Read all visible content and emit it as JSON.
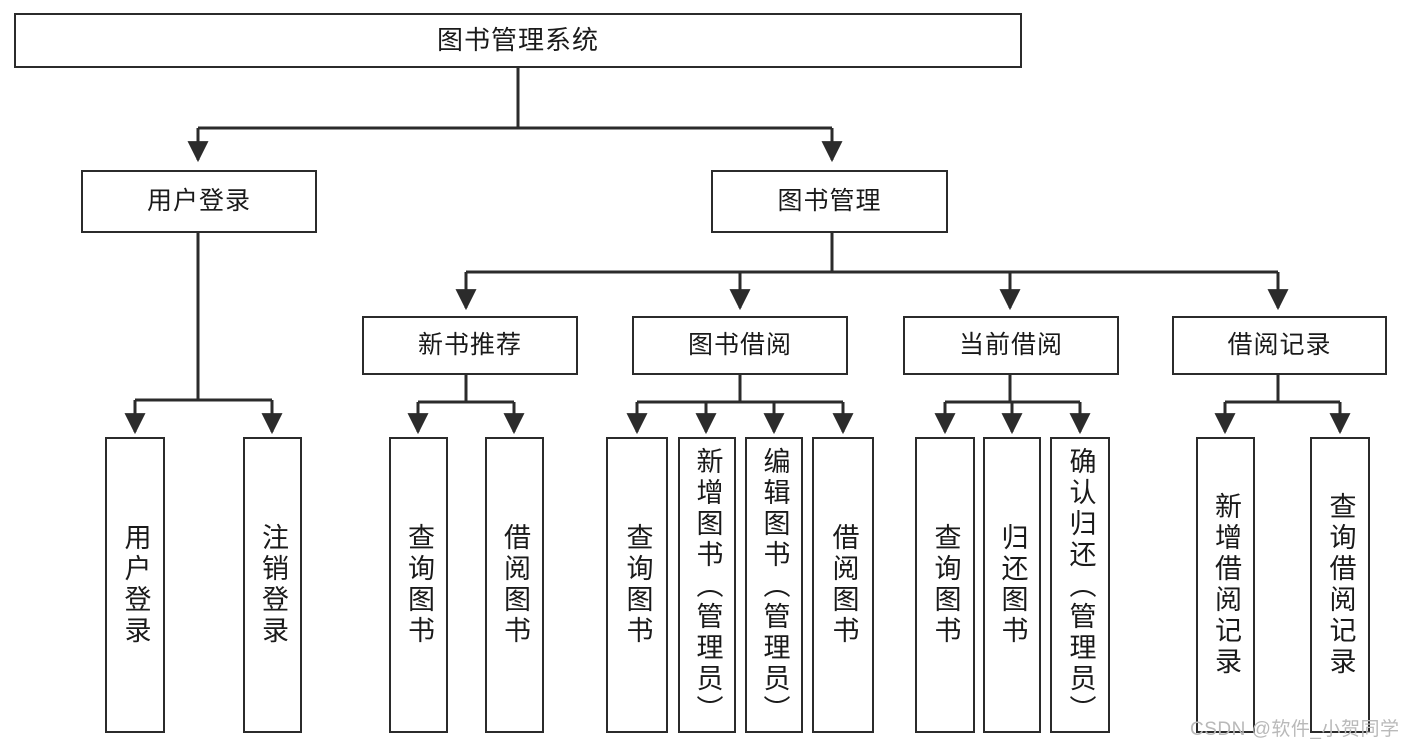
{
  "diagram": {
    "title": "图书管理系统",
    "type": "hierarchy-tree",
    "colors": {
      "box_border": "#2b2b2b",
      "box_fill": "#ffffff",
      "connector": "#2b2b2b",
      "watermark": "#b9b9b9"
    },
    "levels": {
      "root": {
        "label": "图书管理系统"
      },
      "level2": [
        {
          "label": "用户登录"
        },
        {
          "label": "图书管理"
        }
      ],
      "level3": [
        {
          "label": "新书推荐"
        },
        {
          "label": "图书借阅"
        },
        {
          "label": "当前借阅"
        },
        {
          "label": "借阅记录"
        }
      ],
      "leaves": {
        "user_login": [
          {
            "label": "用户登录"
          },
          {
            "label": "注销登录"
          }
        ],
        "new_book_recommend": [
          {
            "label": "查询图书"
          },
          {
            "label": "借阅图书"
          }
        ],
        "book_borrow": [
          {
            "label": "查询图书"
          },
          {
            "label": "新增图书（管理员）"
          },
          {
            "label": "编辑图书（管理员）"
          },
          {
            "label": "借阅图书"
          }
        ],
        "current_borrow": [
          {
            "label": "查询图书"
          },
          {
            "label": "归还图书"
          },
          {
            "label": "确认归还（管理员）"
          }
        ],
        "borrow_records": [
          {
            "label": "新增借阅记录"
          },
          {
            "label": "查询借阅记录"
          }
        ]
      }
    },
    "watermark": "CSDN @软件_小贺同学"
  }
}
